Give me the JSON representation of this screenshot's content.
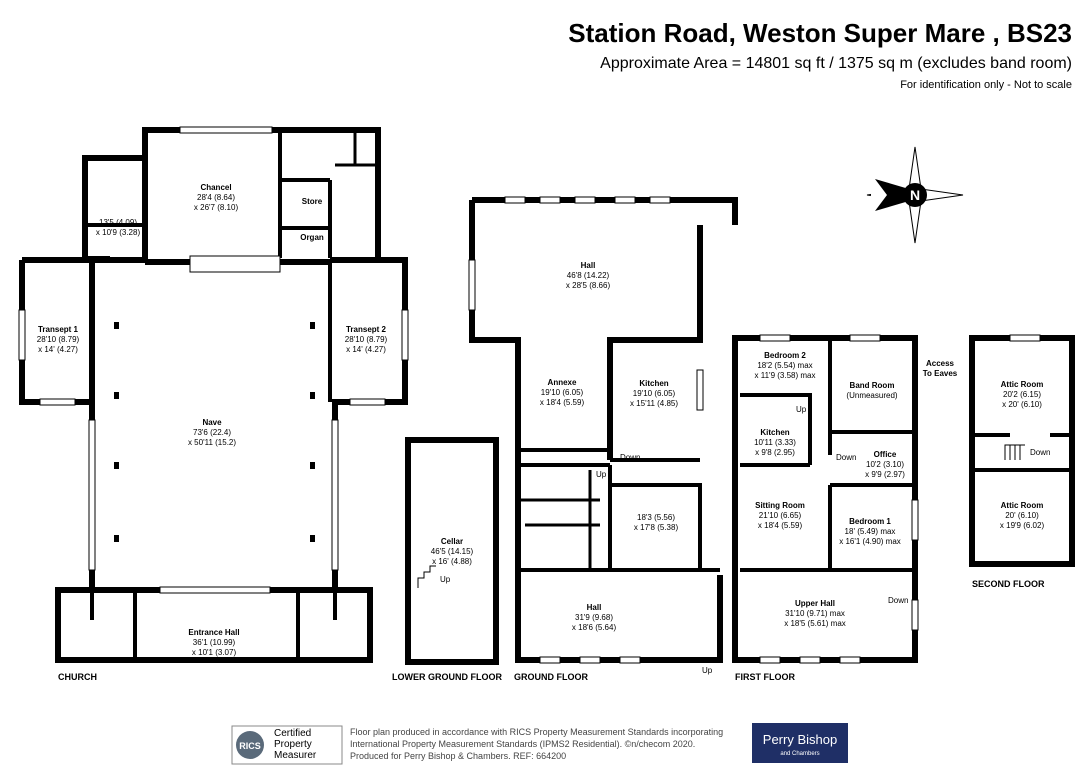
{
  "header": {
    "title": "Station Road, Weston Super Mare , BS23",
    "area": "Approximate Area = 14801 sq ft / 1375 sq m (excludes band room)",
    "note": "For identification only - Not to scale"
  },
  "compass_label": "N",
  "rooms": {
    "chancel": {
      "name": "Chancel",
      "d1": "28'4 (8.64)",
      "d2": "x 26'7 (8.10)"
    },
    "vestry": {
      "d1": "13'5 (4.09)",
      "d2": "x 10'9 (3.28)"
    },
    "store": {
      "name": "Store"
    },
    "organ": {
      "name": "Organ"
    },
    "transept1": {
      "name": "Transept 1",
      "d1": "28'10 (8.79)",
      "d2": "x 14' (4.27)"
    },
    "transept2": {
      "name": "Transept 2",
      "d1": "28'10 (8.79)",
      "d2": "x 14' (4.27)"
    },
    "nave": {
      "name": "Nave",
      "d1": "73'6 (22.4)",
      "d2": "x 50'11 (15.2)"
    },
    "entrance_hall": {
      "name": "Entrance Hall",
      "d1": "36'1 (10.99)",
      "d2": "x 10'1 (3.07)"
    },
    "cellar": {
      "name": "Cellar",
      "d1": "46'5 (14.15)",
      "d2": "x 16' (4.88)"
    },
    "gf_hall_top": {
      "name": "Hall",
      "d1": "46'8 (14.22)",
      "d2": "x 28'5 (8.66)"
    },
    "annexe": {
      "name": "Annexe",
      "d1": "19'10 (6.05)",
      "d2": "x 18'4 (5.59)"
    },
    "gf_kitchen": {
      "name": "Kitchen",
      "d1": "19'10 (6.05)",
      "d2": "x 15'11 (4.85)"
    },
    "gf_room": {
      "d1": "18'3 (5.56)",
      "d2": "x 17'8 (5.38)"
    },
    "gf_hall_bottom": {
      "name": "Hall",
      "d1": "31'9 (9.68)",
      "d2": "x 18'6 (5.64)"
    },
    "bedroom2": {
      "name": "Bedroom 2",
      "d1": "18'2 (5.54) max",
      "d2": "x 11'9 (3.58) max"
    },
    "band_room": {
      "name": "Band Room",
      "d1": "(Unmeasured)"
    },
    "ff_kitchen": {
      "name": "Kitchen",
      "d1": "10'11 (3.33)",
      "d2": "x 9'8 (2.95)"
    },
    "office": {
      "name": "Office",
      "d1": "10'2 (3.10)",
      "d2": "x 9'9 (2.97)"
    },
    "sitting_room": {
      "name": "Sitting Room",
      "d1": "21'10 (6.65)",
      "d2": "x 18'4 (5.59)"
    },
    "bedroom1": {
      "name": "Bedroom 1",
      "d1": "18' (5.49) max",
      "d2": "x 16'1 (4.90) max"
    },
    "upper_hall": {
      "name": "Upper Hall",
      "d1": "31'10 (9.71) max",
      "d2": "x 18'5 (5.61) max"
    },
    "attic1": {
      "name": "Attic Room",
      "d1": "20'2 (6.15)",
      "d2": "x 20' (6.10)"
    },
    "attic2": {
      "name": "Attic Room",
      "d1": "20' (6.10)",
      "d2": "x 19'9 (6.02)"
    }
  },
  "labels": {
    "up": "Up",
    "down": "Down",
    "access_to_eaves": "Access",
    "access_to_eaves_2": "To Eaves"
  },
  "floors": {
    "church": "CHURCH",
    "lower_ground": "LOWER GROUND FLOOR",
    "ground": "GROUND FLOOR",
    "first": "FIRST FLOOR",
    "second": "SECOND FLOOR"
  },
  "footer": {
    "rics_logo": "RICS",
    "certified": [
      "Certified",
      "Property",
      "Measurer"
    ],
    "lines": [
      "Floor plan produced in accordance with RICS Property Measurement Standards incorporating",
      "International Property Measurement Standards (IPMS2 Residential).  ©n/checom 2020.",
      "Produced for Perry Bishop & Chambers.  REF:  664200"
    ],
    "brand": "Perry Bishop",
    "brand_sub": "and Chambers",
    "brand_color": "#1f2f66"
  }
}
